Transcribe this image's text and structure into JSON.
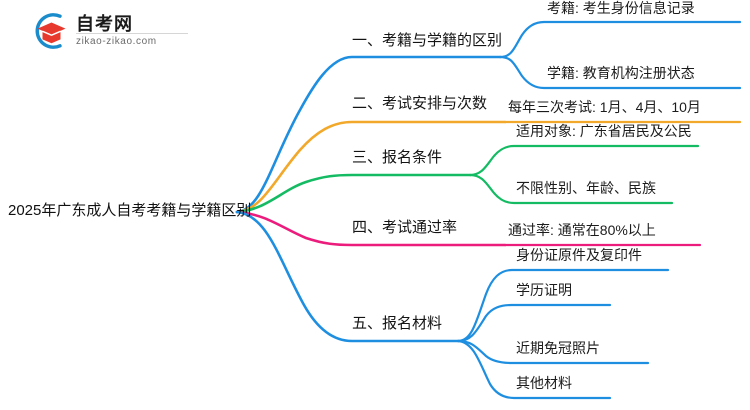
{
  "logo": {
    "name_cn": "自考网",
    "url": "zikao-zikao.com",
    "mark_icon": "graduation-cap-in-circle-icon",
    "arc_color": "#1a8ccc",
    "cap_color": "#e8392e"
  },
  "mindmap": {
    "root": {
      "label": "2025年广东成人自考考籍与学籍区别"
    },
    "branches": [
      {
        "id": "branch-1",
        "label": "一、考籍与学籍的区别",
        "color": "#1e8fe0",
        "children": [
          {
            "label": "考籍: 考生身份信息记录"
          },
          {
            "label": "学籍: 教育机构注册状态"
          }
        ]
      },
      {
        "id": "branch-2",
        "label": "二、考试安排与次数",
        "color": "#f2a82a",
        "children": [
          {
            "label": "每年三次考试: 1月、4月、10月"
          }
        ]
      },
      {
        "id": "branch-3",
        "label": "三、报名条件",
        "color": "#14bb63",
        "children": [
          {
            "label": "适用对象: 广东省居民及公民"
          },
          {
            "label": "不限性别、年龄、民族"
          }
        ]
      },
      {
        "id": "branch-4",
        "label": "四、考试通过率",
        "color": "#ec1c7d",
        "children": [
          {
            "label": "通过率: 通常在80%以上"
          }
        ]
      },
      {
        "id": "branch-5",
        "label": "五、报名材料",
        "color": "#1e8fe0",
        "children": [
          {
            "label": "身份证原件及复印件"
          },
          {
            "label": "学历证明"
          },
          {
            "label": "近期免冠照片"
          },
          {
            "label": "其他材料"
          }
        ]
      }
    ]
  }
}
